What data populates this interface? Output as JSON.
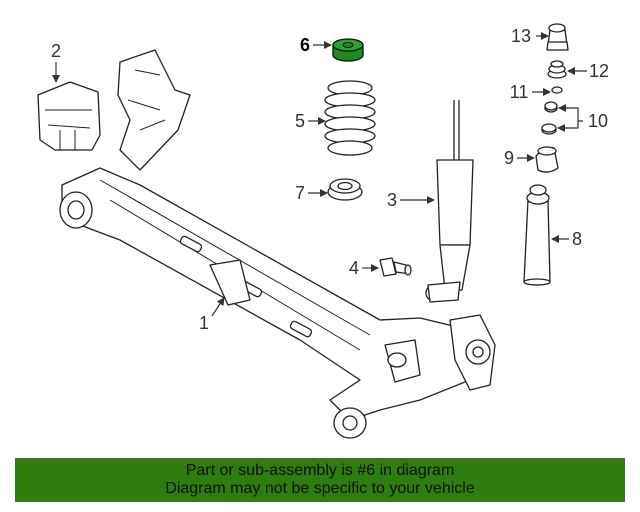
{
  "diagram": {
    "highlight_color": "#1e8a1e",
    "banner_color": "#2e7d0e",
    "callouts": [
      {
        "id": "1",
        "label": "1"
      },
      {
        "id": "2",
        "label": "2"
      },
      {
        "id": "3",
        "label": "3"
      },
      {
        "id": "4",
        "label": "4"
      },
      {
        "id": "5",
        "label": "5"
      },
      {
        "id": "6",
        "label": "6",
        "highlighted": true
      },
      {
        "id": "7",
        "label": "7"
      },
      {
        "id": "8",
        "label": "8"
      },
      {
        "id": "9",
        "label": "9"
      },
      {
        "id": "10",
        "label": "10"
      },
      {
        "id": "11",
        "label": "11"
      },
      {
        "id": "12",
        "label": "12"
      },
      {
        "id": "13",
        "label": "13"
      }
    ]
  },
  "banner": {
    "line1": "Part or sub-assembly is #6 in diagram",
    "line2": "Diagram may not be specific to your vehicle"
  }
}
